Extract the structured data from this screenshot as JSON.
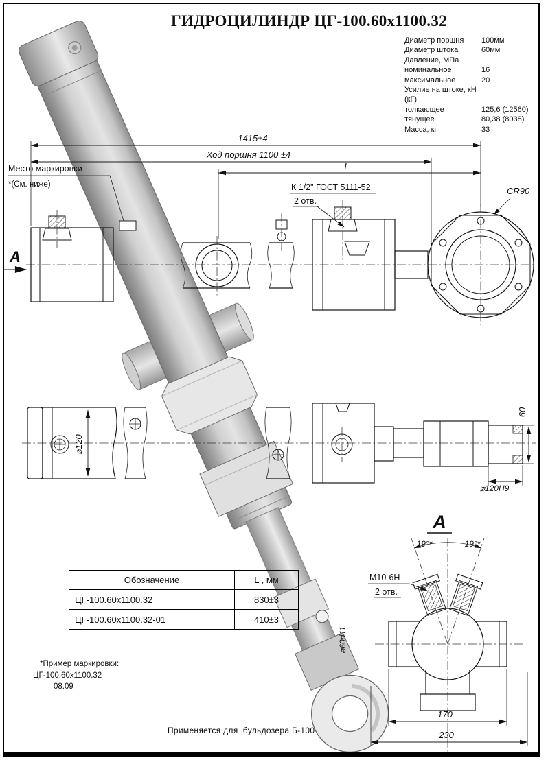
{
  "page": {
    "title": "ГИДРОЦИЛИНДР ЦГ-100.60х1100.32"
  },
  "specs": {
    "rows": [
      {
        "label": "Диаметр поршня",
        "value": "100мм"
      },
      {
        "label": "Диаметр штока",
        "value": "60мм"
      },
      {
        "label": "Давление, МПа",
        "value": ""
      },
      {
        "label": "номинальное",
        "value": "16"
      },
      {
        "label": "максимальное",
        "value": "20"
      },
      {
        "label": "Усилие на штоке, кН (кГ)",
        "value": ""
      },
      {
        "label": "толкающее",
        "value": "125,6 (12560)"
      },
      {
        "label": "тянущее",
        "value": "80,38 (8038)"
      },
      {
        "label": "Масса, кг",
        "value": "33"
      }
    ]
  },
  "dims": {
    "overall": "1415±4",
    "stroke": "Ход поршня 1100 ±4",
    "length_symbol": "L",
    "port_thread": "К 1/2\" ГОСТ 5111-52",
    "port_holes": "2 отв.",
    "sphere": "CR90",
    "marking_place": "Место маркировки",
    "marking_ref": "*(См. ниже)",
    "view_arrow": "А",
    "dia120": "⌀120",
    "dim60": "60",
    "dia120h9": "⌀120Н9",
    "dia60d11": "⌀60d11",
    "view_title": "А",
    "angle_left": "19°*",
    "angle_right": "19°*",
    "thread": "М10-6Н",
    "thread_holes": "2 отв.",
    "dim170": "170",
    "dim230": "230"
  },
  "table": {
    "col1": "Обозначение",
    "col2": "L , мм",
    "rows": [
      {
        "name": "ЦГ-100.60х1100.32",
        "L": "830±3"
      },
      {
        "name": "ЦГ-100.60х1100.32-01",
        "L": "410±3"
      }
    ]
  },
  "notes": {
    "example_title": "*Пример маркировки:",
    "example_code": "ЦГ-100.60х1100.32",
    "example_date": "08.09",
    "application": "Применяется для  бульдозера Б-100"
  }
}
